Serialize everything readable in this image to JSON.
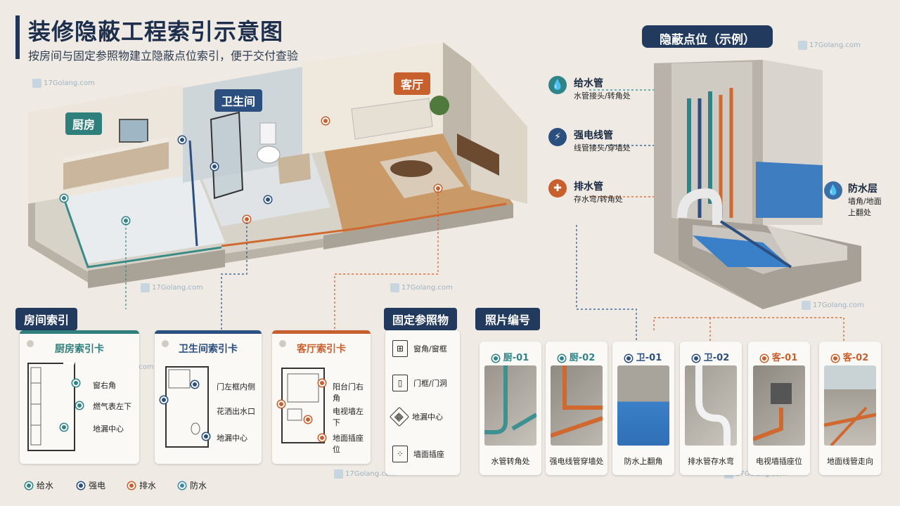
{
  "header": {
    "title": "装修隐蔽工程索引示意图",
    "subtitle": "按房间与固定参照物建立隐蔽点位索引，便于交付查验"
  },
  "watermark": "17Golang.com",
  "floorplan": {
    "rooms": [
      "厨房",
      "卫生间",
      "客厅"
    ]
  },
  "hidden_points": {
    "heading": "隐蔽点位（示例）",
    "items": [
      {
        "name": "给水管",
        "desc": "水管接头/转角处",
        "icon": "water-drop-icon",
        "color": "#2f8487"
      },
      {
        "name": "强电线管",
        "desc": "线管接头/穿墙处",
        "icon": "lightning-icon",
        "color": "#2b4f7e"
      },
      {
        "name": "排水管",
        "desc": "存水弯/转角处",
        "icon": "drain-icon",
        "color": "#c8602e"
      }
    ],
    "waterproof": {
      "name": "防水层",
      "desc1": "墙角/地面",
      "desc2": "上翻处",
      "icon": "water-drop-icon",
      "color": "#3b6fa8"
    }
  },
  "room_index": {
    "heading": "房间索引",
    "cards": [
      {
        "title": "厨房索引卡",
        "color": "#2f7f7c",
        "labels": [
          "窗右角",
          "燃气表左下",
          "地漏中心"
        ]
      },
      {
        "title": "卫生间索引卡",
        "color": "#2b4f7e",
        "labels": [
          "门左框内侧",
          "花洒出水口",
          "地漏中心"
        ]
      },
      {
        "title": "客厅索引卡",
        "color": "#c8602e",
        "labels": [
          "阳台门右角",
          "电视墙左下",
          "地面插座位"
        ]
      }
    ]
  },
  "fixed_refs": {
    "heading": "固定参照物",
    "items": [
      "窗角/窗框",
      "门框/门洞",
      "地漏中心",
      "墙面插座"
    ]
  },
  "photos": {
    "heading": "照片编号",
    "items": [
      {
        "id": "厨-01",
        "caption": "水管转角处",
        "color": "#2f8487"
      },
      {
        "id": "厨-02",
        "caption": "强电线管穿墙处",
        "color": "#2f8487"
      },
      {
        "id": "卫-01",
        "caption": "防水上翻角",
        "color": "#2b4f7e"
      },
      {
        "id": "卫-02",
        "caption": "排水管存水弯",
        "color": "#2b4f7e"
      },
      {
        "id": "客-01",
        "caption": "电视墙插座位",
        "color": "#c8602e"
      },
      {
        "id": "客-02",
        "caption": "地面线管走向",
        "color": "#c8602e"
      }
    ]
  },
  "legend": [
    {
      "label": "给水",
      "color": "#2f8487"
    },
    {
      "label": "强电",
      "color": "#2b4f7e"
    },
    {
      "label": "排水",
      "color": "#c8602e"
    },
    {
      "label": "防水",
      "color": "#3b8aa8"
    }
  ]
}
